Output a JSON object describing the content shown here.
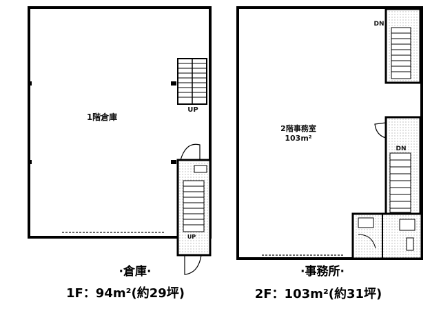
{
  "floor1": {
    "room_label": "1階倉庫",
    "stair_up_label": "UP",
    "stair_up_label_small": "UP",
    "caption_title": "·倉庫·",
    "caption_area": "1F：94m²(約29坪)"
  },
  "floor2": {
    "room_label": "2階事務室",
    "room_area": "103m²",
    "stair_down_label_top": "DN",
    "stair_down_label_mid": "DN",
    "caption_title": "·事務所·",
    "caption_area": "2F：103m²(約31坪)"
  }
}
